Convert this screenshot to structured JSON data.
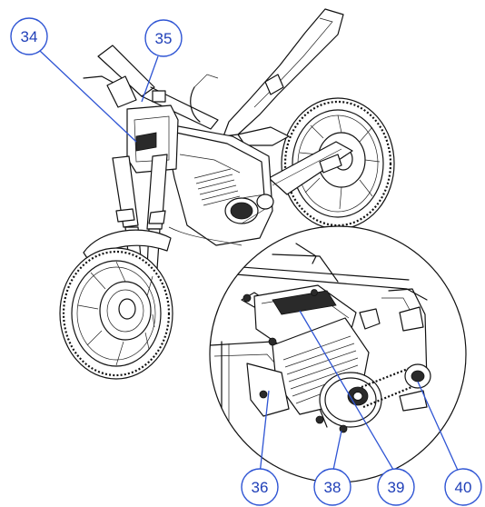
{
  "figure": {
    "callouts": [
      {
        "id": "c34",
        "label": "34"
      },
      {
        "id": "c35",
        "label": "35"
      },
      {
        "id": "c36",
        "label": "36"
      },
      {
        "id": "c38",
        "label": "38"
      },
      {
        "id": "c39",
        "label": "39"
      },
      {
        "id": "c40",
        "label": "40"
      }
    ]
  },
  "colors": {
    "callout": "#2f55d4",
    "callout_text": "#1f3fb8",
    "line_art": "#111111",
    "background": "#ffffff"
  }
}
